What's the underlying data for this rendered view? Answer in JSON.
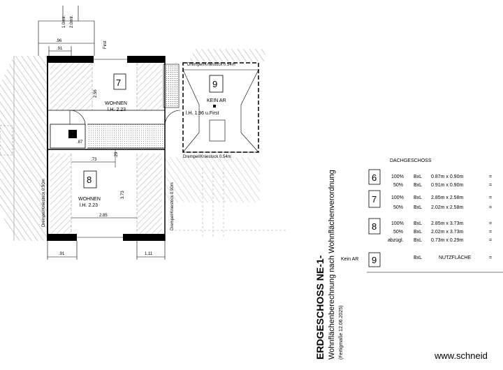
{
  "plan": {
    "top_dims": {
      "d1": "1.0mtr.",
      "d2": "2.0mtr.",
      "d3": ".96",
      "d4": ".91",
      "first": "First"
    },
    "room7": {
      "number": "7",
      "name": "WOHNEN",
      "height": "l.H. 2.23",
      "dim_vert": "2.56"
    },
    "room9": {
      "number": "9",
      "name": "KEIN AR",
      "height": "l.H. 1.96 u.First",
      "drempel_top": "Drempel/Kniestock 0.54m",
      "drempel_bottom": "Drempel/Kniestock 0.54m"
    },
    "room8": {
      "number": "8",
      "name": "WOHNEN",
      "height": "l.H. 2.23",
      "dim_73": ".73",
      "dim_29": ".29",
      "dim_373": "3.73",
      "dim_285": "2.85",
      "drempel_left": "Drempel/Kniestock 0.90m",
      "drempel_right": "Drempel/Kniestock 0.90m"
    },
    "misc": {
      "dim_87": ".87",
      "bottom_left": ".91",
      "bottom_right": "1.11"
    }
  },
  "title_block": {
    "title": "ERDGESCHOSS NE-1-",
    "subtitle": "Wohnflächenberechnung nach Wohnflächenverordnung",
    "note": "(Fertigmaße 12.06.2025)"
  },
  "table": {
    "heading": "DACHGESCHOSS",
    "groups": [
      {
        "room": "6",
        "rows": [
          {
            "pct": "100%",
            "bxl": "BxL",
            "dims": "0.87m x 0.90m",
            "eq": "="
          },
          {
            "pct": "50%",
            "bxl": "BxL",
            "dims": "0.91m x 0.90m",
            "eq": "="
          }
        ]
      },
      {
        "room": "7",
        "rows": [
          {
            "pct": "100%",
            "bxl": "BxL",
            "dims": "2.85m x 2.58m",
            "eq": "="
          },
          {
            "pct": "50%",
            "bxl": "BxL",
            "dims": "2.02m x 2.58m",
            "eq": "="
          }
        ]
      },
      {
        "room": "8",
        "rows": [
          {
            "pct": "100%",
            "bxl": "BxL",
            "dims": "2.85m x 3.73m",
            "eq": "="
          },
          {
            "pct": "50%",
            "bxl": "BxL",
            "dims": "2.02m x 3.73m",
            "eq": "="
          },
          {
            "pct": "abzügl.",
            "bxl": "BxL",
            "dims": "0.73m x 0.29m",
            "eq": "="
          }
        ]
      }
    ],
    "kein_ar": {
      "label": "Kein AR",
      "room": "9",
      "bxl": "BxL",
      "nutz": "NUTZFLÄCHE",
      "eq": "="
    }
  },
  "footer": {
    "url": "www.schneid"
  }
}
